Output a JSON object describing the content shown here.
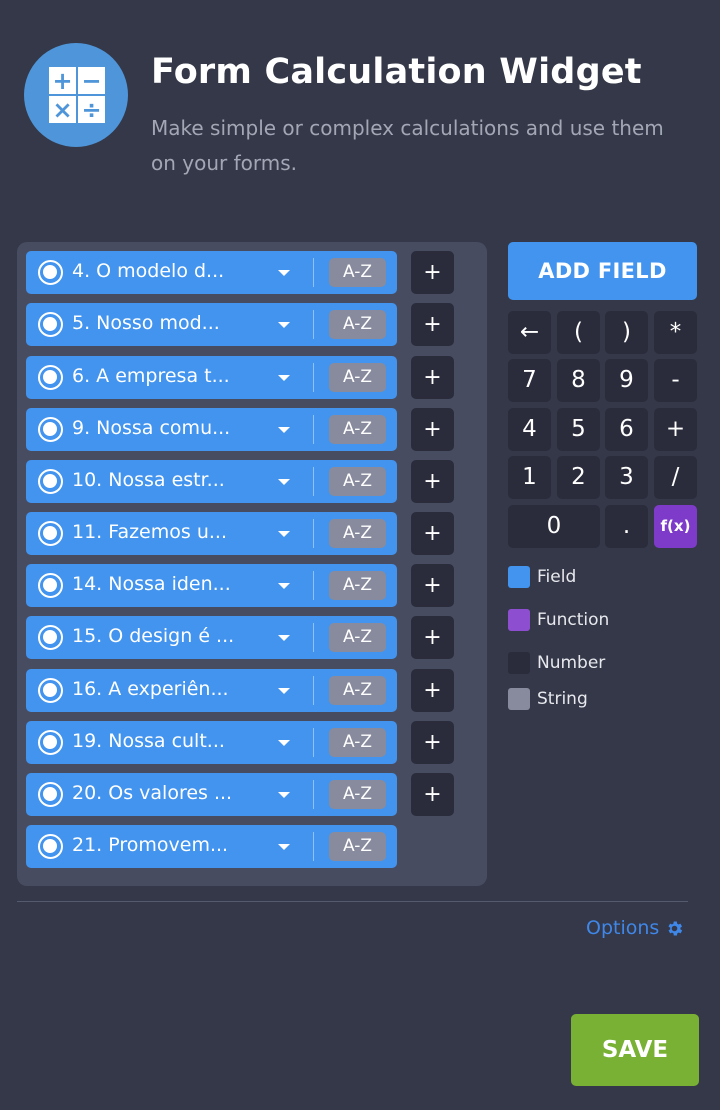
{
  "header": {
    "logo_icon": "calculator-operators-icon",
    "logo_symbols": [
      "+",
      "−",
      "×",
      "÷"
    ],
    "title": "Form Calculation Widget",
    "subtitle": "Make simple or complex calculations and use them on your forms."
  },
  "fields": [
    {
      "label": "4. O modelo d...",
      "type_badge": "A-Z",
      "add_label": "+"
    },
    {
      "label": "5. Nosso mod...",
      "type_badge": "A-Z",
      "add_label": "+"
    },
    {
      "label": "6. A empresa t...",
      "type_badge": "A-Z",
      "add_label": "+"
    },
    {
      "label": "9. Nossa comu...",
      "type_badge": "A-Z",
      "add_label": "+"
    },
    {
      "label": "10. Nossa estr...",
      "type_badge": "A-Z",
      "add_label": "+"
    },
    {
      "label": "11. Fazemos u...",
      "type_badge": "A-Z",
      "add_label": "+"
    },
    {
      "label": "14. Nossa iden...",
      "type_badge": "A-Z",
      "add_label": "+"
    },
    {
      "label": "15. O design é ...",
      "type_badge": "A-Z",
      "add_label": "+"
    },
    {
      "label": "16. A experiên...",
      "type_badge": "A-Z",
      "add_label": "+"
    },
    {
      "label": "19. Nossa cult...",
      "type_badge": "A-Z",
      "add_label": "+"
    },
    {
      "label": "20. Os valores ...",
      "type_badge": "A-Z",
      "add_label": "+"
    },
    {
      "label": "21. Promovem...",
      "type_badge": "A-Z",
      "add_label": null
    }
  ],
  "calculator": {
    "add_field_label": "ADD FIELD",
    "keys": [
      [
        "←",
        "(",
        ")",
        "*"
      ],
      [
        "7",
        "8",
        "9",
        "-"
      ],
      [
        "4",
        "5",
        "6",
        "+"
      ],
      [
        "1",
        "2",
        "3",
        "/"
      ],
      [
        "0",
        ".",
        "f(x)"
      ]
    ]
  },
  "legend": [
    {
      "label": "Field",
      "color": "#4294ef"
    },
    {
      "label": "Function",
      "color": "#8e4ed0"
    },
    {
      "label": "Number",
      "color": "#2a2c3b"
    },
    {
      "label": "String",
      "color": "#878b9d"
    }
  ],
  "footer": {
    "options_label": "Options",
    "save_label": "SAVE"
  },
  "colors": {
    "background": "#343848",
    "panel": "#474c60",
    "accent_blue": "#4294ef",
    "function_purple": "#7e3bc9",
    "save_green": "#78b134",
    "link_blue": "#3f87e8"
  }
}
